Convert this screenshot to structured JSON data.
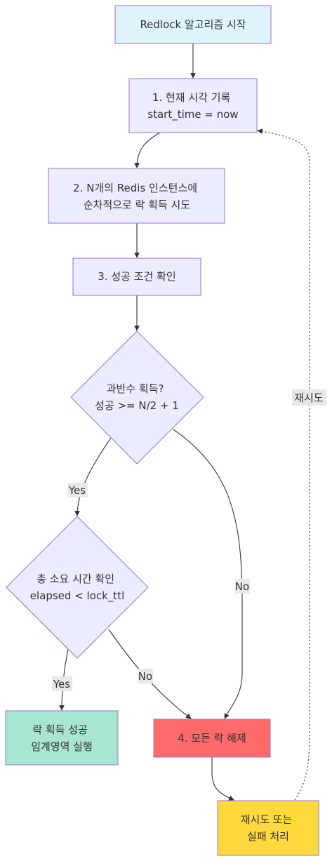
{
  "colors": {
    "start_fill": "#dff3fc",
    "process_fill": "#ececff",
    "process_stroke": "#9370db",
    "decision_fill": "#ececff",
    "success_fill": "#a8e6cf",
    "release_fill": "#ff6b6b",
    "retry_fill": "#ffd93d",
    "edge": "#333333",
    "label_bg": "#e8e8e8"
  },
  "nodes": {
    "start": {
      "lines": [
        "Redlock 알고리즘 시작"
      ]
    },
    "step1": {
      "lines": [
        "1. 현재 시각 기록",
        "start_time = now"
      ]
    },
    "step2": {
      "lines": [
        "2. N개의 Redis 인스턴스에",
        "순차적으로 락 획득 시도"
      ]
    },
    "step3": {
      "lines": [
        "3. 성공 조건 확인"
      ]
    },
    "majority": {
      "lines": [
        "과반수 획득?",
        "성공 >= N/2 + 1"
      ]
    },
    "elapsed": {
      "lines": [
        "총 소요 시간 확인",
        "elapsed < lock_ttl"
      ]
    },
    "success": {
      "lines": [
        "락 획득 성공",
        "임계영역 실행"
      ]
    },
    "release": {
      "lines": [
        "4. 모든 락 해제"
      ]
    },
    "retry": {
      "lines": [
        "재시도 또는",
        "실패 처리"
      ]
    }
  },
  "edge_labels": {
    "majority_yes": "Yes",
    "majority_no": "No",
    "elapsed_yes": "Yes",
    "elapsed_no": "No",
    "retry_loop": "재시도"
  }
}
